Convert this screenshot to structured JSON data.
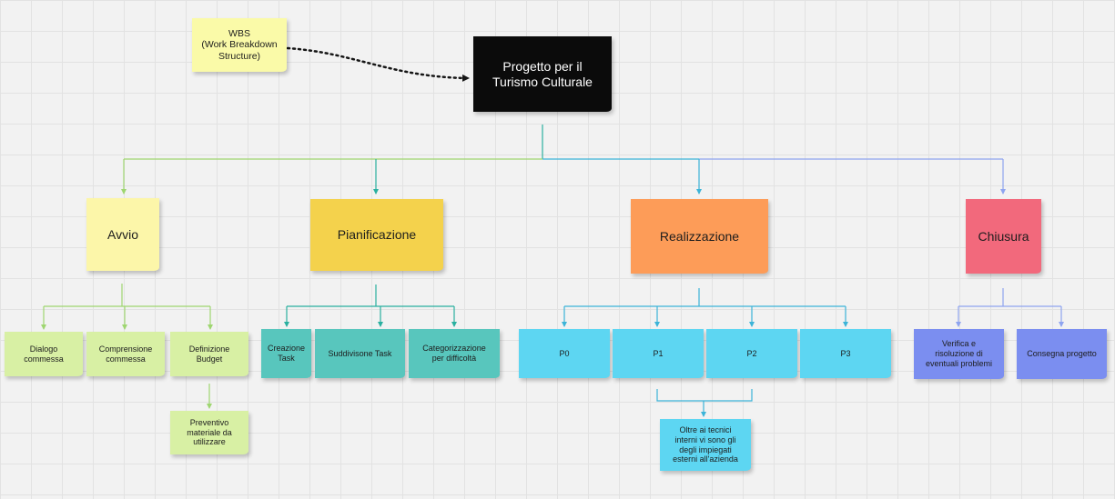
{
  "colors": {
    "yellow_note": "#fafaa8",
    "black": "#0b0b0b",
    "avvio": "#fcf6a9",
    "pianificazione": "#f4d24c",
    "realizzazione": "#fd9c58",
    "chiusura": "#f2697c",
    "light_green": "#d8f0a4",
    "teal": "#58c6bd",
    "cyan": "#5dd6f2",
    "blue": "#7b8ef0",
    "line_green": "#9ed670",
    "line_teal": "#2ab0a0",
    "line_cyan": "#3cb4d8",
    "line_blue": "#8ea4f0",
    "arrow": "#151515"
  },
  "wbs_note": "WBS\n(Work Breakdown\nStructure)",
  "root": "Progetto per il\nTurismo Culturale",
  "phases": {
    "avvio": {
      "title": "Avvio",
      "items": [
        "Dialogo commessa",
        "Comprensione\ncommessa",
        "Definizione Budget"
      ],
      "sub_item": "Preventivo\nmateriale da\nutilizzare"
    },
    "pianificazione": {
      "title": "Pianificazione",
      "items": [
        "Creazione\nTask",
        "Suddivisone Task",
        "Categorizzazione\nper difficoltà"
      ]
    },
    "realizzazione": {
      "title": "Realizzazione",
      "items": [
        "P0",
        "P1",
        "P2",
        "P3"
      ],
      "sub_item": "Oltre ai tecnici\ninterni vi sono gli\ndegli impiegati\nesterni all'azienda"
    },
    "chiusura": {
      "title": "Chiusura",
      "items": [
        "Verifica e\nrisoluzione di\neventuali problemi",
        "Consegna progetto"
      ]
    }
  }
}
